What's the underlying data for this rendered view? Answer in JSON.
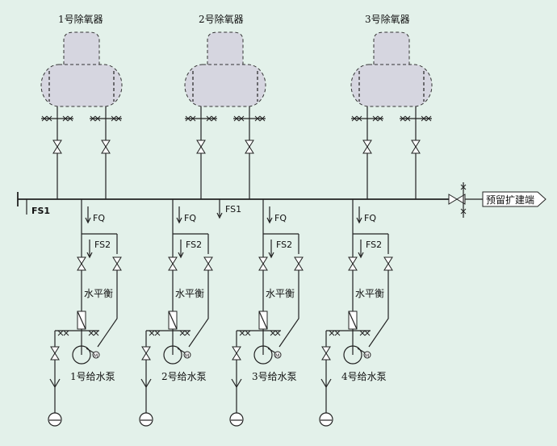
{
  "deaerators": [
    {
      "label": "1号除氧器"
    },
    {
      "label": "2号除氧器"
    },
    {
      "label": "3号除氧器"
    }
  ],
  "pumps": [
    {
      "label": "1号给水泵",
      "fq": "FQ",
      "fs2": "FS2",
      "balance": "水平衡",
      "motor": "M"
    },
    {
      "label": "2号给水泵",
      "fq": "FQ",
      "fs2": "FS2",
      "balance": "水平衡",
      "motor": "M"
    },
    {
      "label": "3号给水泵",
      "fq": "FQ",
      "fs2": "FS2",
      "balance": "水平衡",
      "motor": "M"
    },
    {
      "label": "4号给水泵",
      "fq": "FQ",
      "fs2": "FS2",
      "balance": "水平衡",
      "motor": "M"
    }
  ],
  "header": {
    "fs1_left": "FS1",
    "fs1_mid": "FS1",
    "reserve_label": "预留扩建端"
  }
}
